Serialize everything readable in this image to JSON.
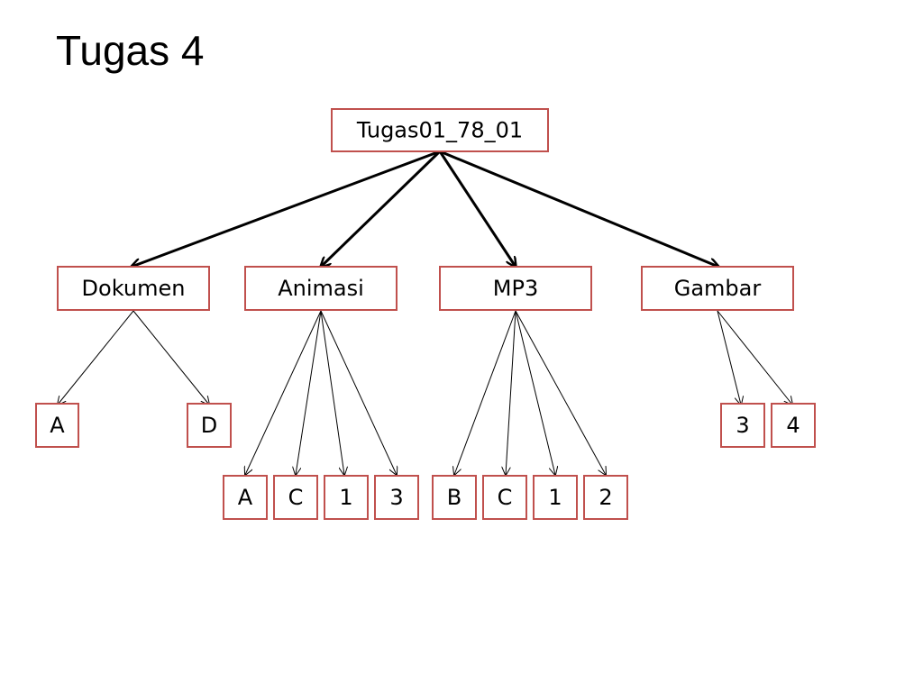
{
  "slide": {
    "title": "Tugas 4"
  },
  "colors": {
    "node_border": "#c0504d",
    "edge": "#000000"
  },
  "tree": {
    "root": {
      "label": "Tugas01_78_01"
    },
    "folders": [
      {
        "label": "Dokumen",
        "children": [
          "A",
          "D"
        ]
      },
      {
        "label": "Animasi",
        "children": [
          "A",
          "C",
          "1",
          "3"
        ]
      },
      {
        "label": "MP3",
        "children": [
          "B",
          "C",
          "1",
          "2"
        ]
      },
      {
        "label": "Gambar",
        "children": [
          "3",
          "4"
        ]
      }
    ]
  }
}
